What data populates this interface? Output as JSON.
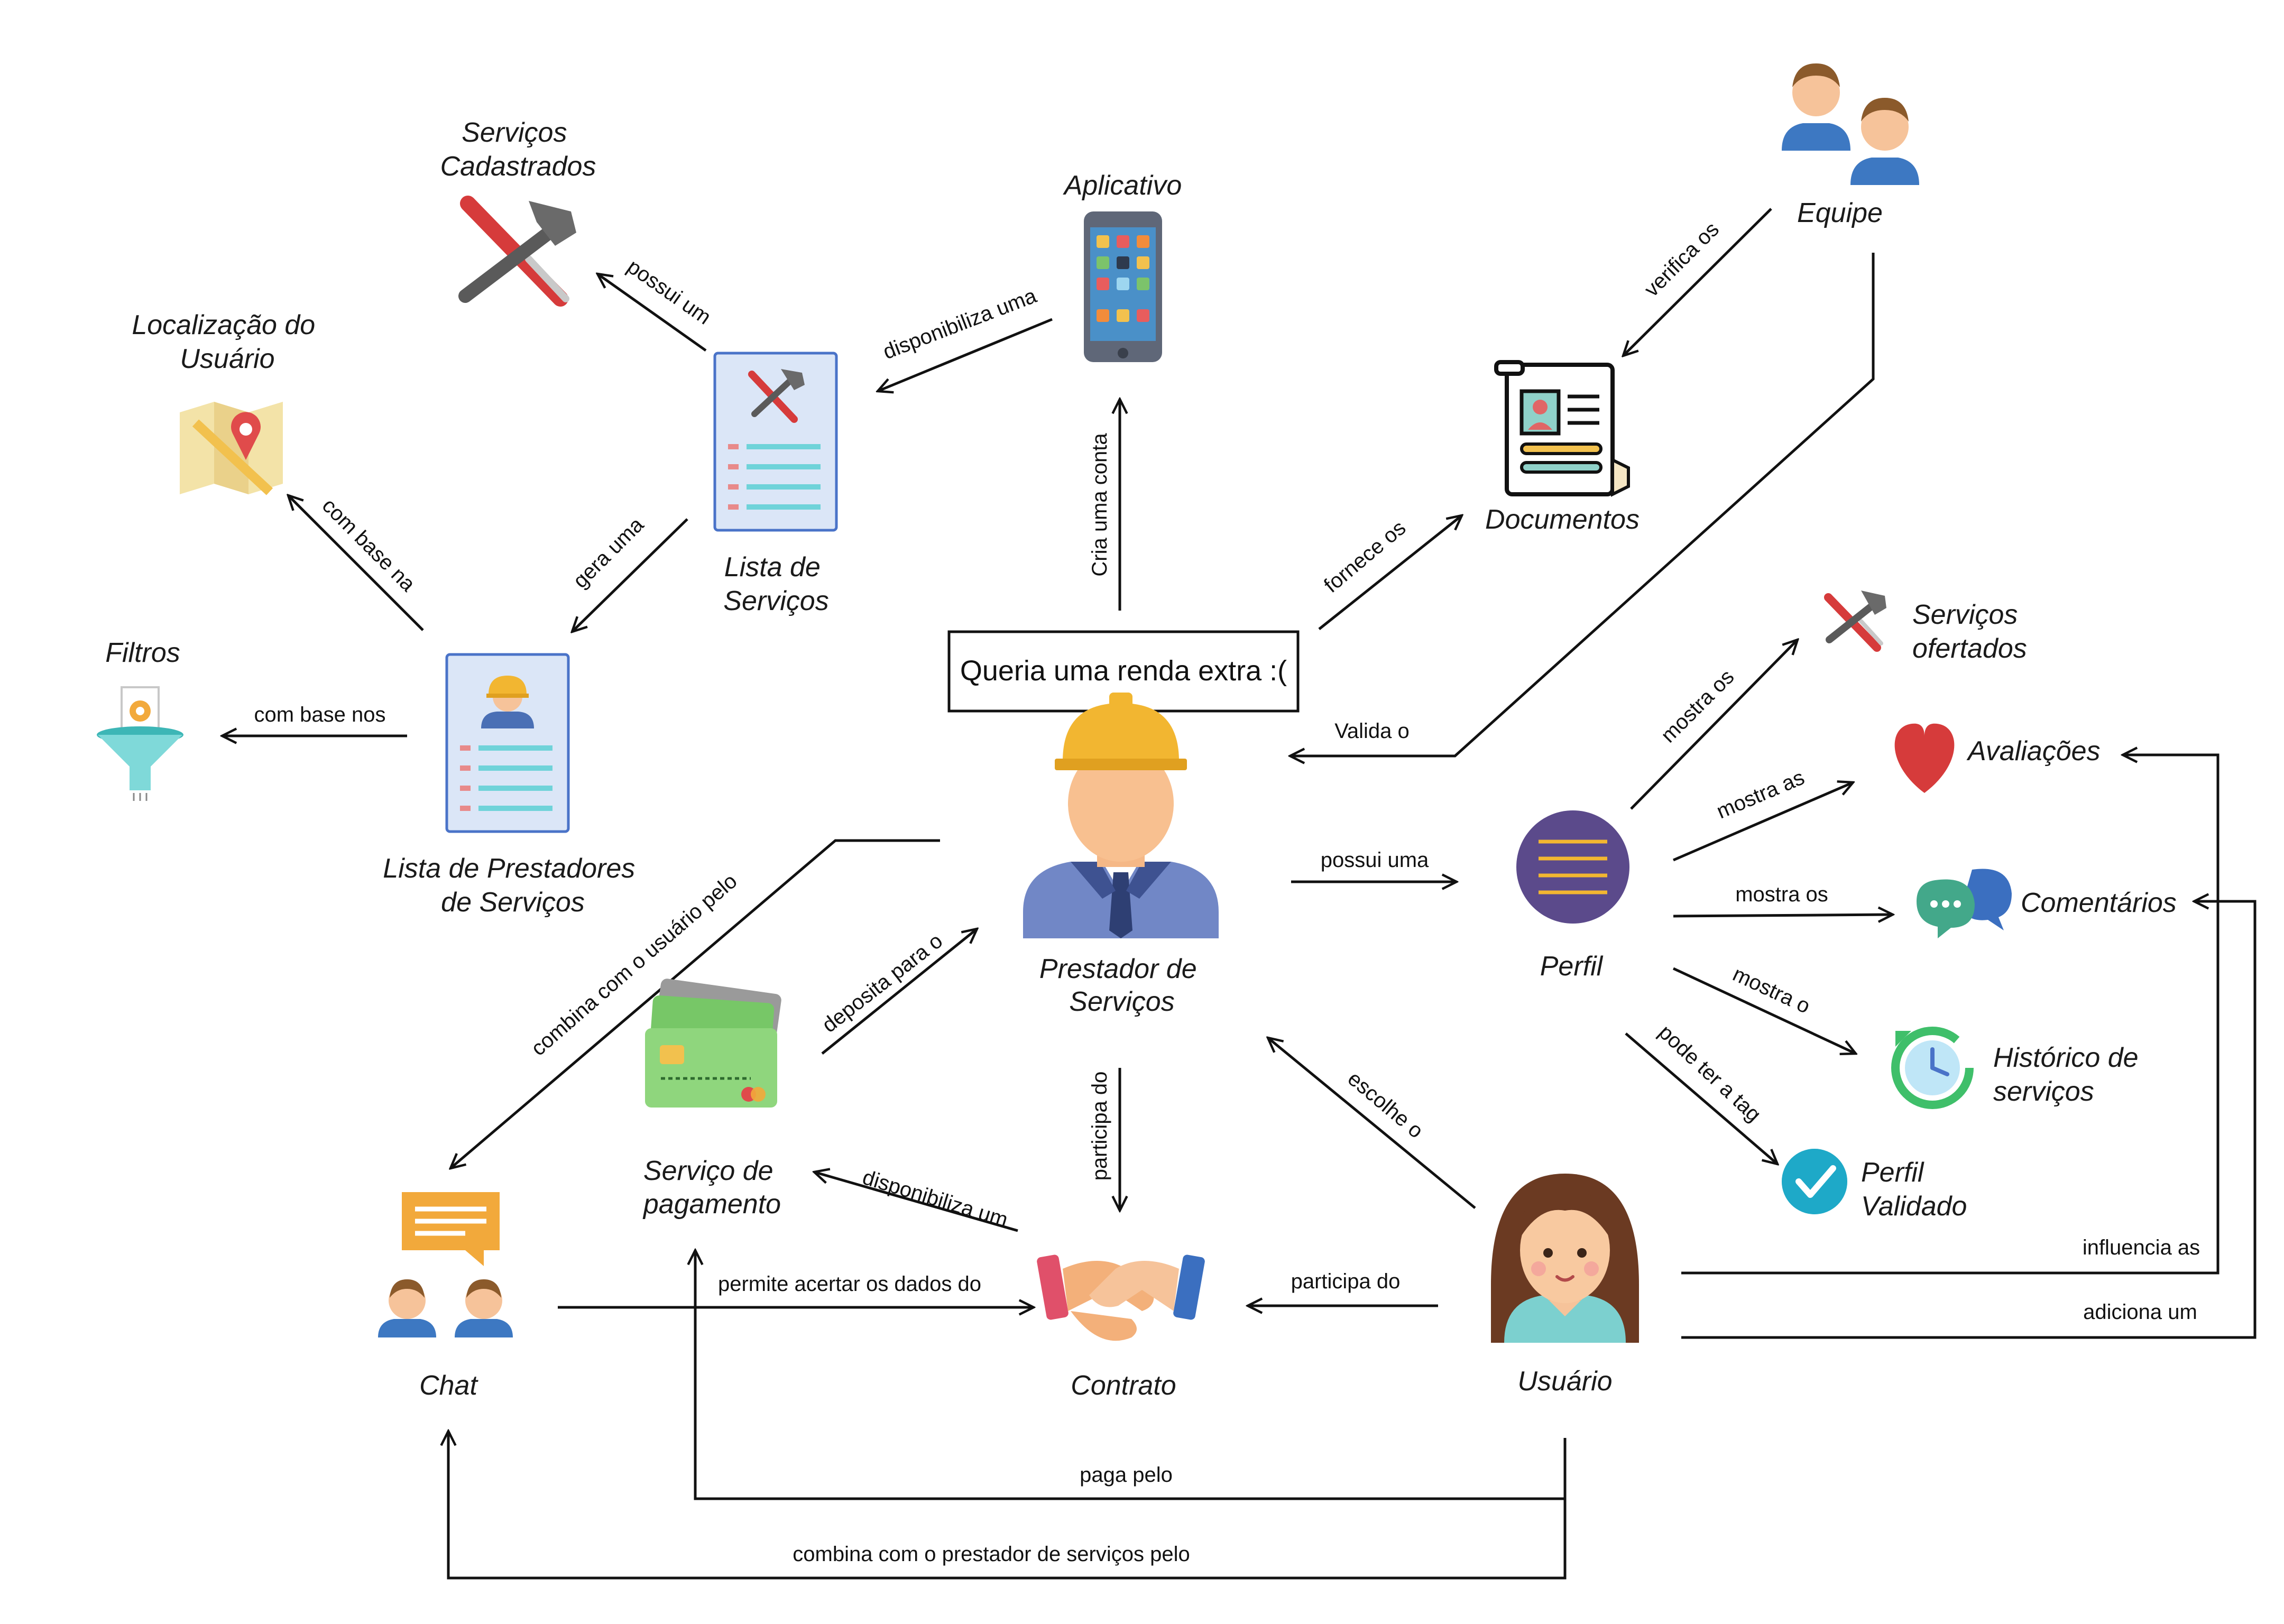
{
  "nodes": {
    "servicos_cadastrados": [
      "Serviços",
      "Cadastrados"
    ],
    "aplicativo": "Aplicativo",
    "equipe": "Equipe",
    "localizacao": [
      "Localização do",
      "Usuário"
    ],
    "lista_servicos": [
      "Lista de",
      "Serviços"
    ],
    "documentos": "Documentos",
    "filtros": "Filtros",
    "servicos_ofertados": [
      "Serviços",
      "ofertados"
    ],
    "avaliacoes": "Avaliações",
    "lista_prestadores": [
      "Lista de Prestadores",
      "de Serviços"
    ],
    "prestador": [
      "Prestador de",
      "Serviços"
    ],
    "perfil": "Perfil",
    "comentarios": "Comentários",
    "historico": [
      "Histórico de",
      "serviços"
    ],
    "perfil_validado": [
      "Perfil",
      "Validado"
    ],
    "servico_pagamento": [
      "Serviço de",
      "pagamento"
    ],
    "chat": "Chat",
    "contrato": "Contrato",
    "usuario": "Usuário"
  },
  "bubble": "Queria uma renda extra :(",
  "edges": {
    "possui_um": "possui um",
    "disponibiliza_uma": "disponibiliza uma",
    "verifica_os": "verifica os",
    "com_base_na": "com base na",
    "gera_uma": "gera uma",
    "cria_uma_conta": "Cria uma conta",
    "fornece_os": "fornece os",
    "com_base_nos": "com base nos",
    "valida_o": "Valida o",
    "mostra_os_1": "mostra os",
    "mostra_as": "mostra as",
    "possui_uma": "possui uma",
    "mostra_os_2": "mostra os",
    "combina_usuario": "combina com o usuário pelo",
    "deposita_para_o": "deposita para o",
    "mostra_o": "mostra o",
    "escolhe_o": "escolhe o",
    "pode_ter_a_tag": "pode ter a tag",
    "participa_do_1": "participa do",
    "disponibiliza_um": "disponibiliza um",
    "influencia_as": "influencia as",
    "participa_do_2": "participa do",
    "permite_acertar": "permite acertar os dados do",
    "adiciona_um": "adiciona um",
    "paga_pelo": "paga pelo",
    "combina_prestador": "combina com o prestador de serviços pelo"
  }
}
